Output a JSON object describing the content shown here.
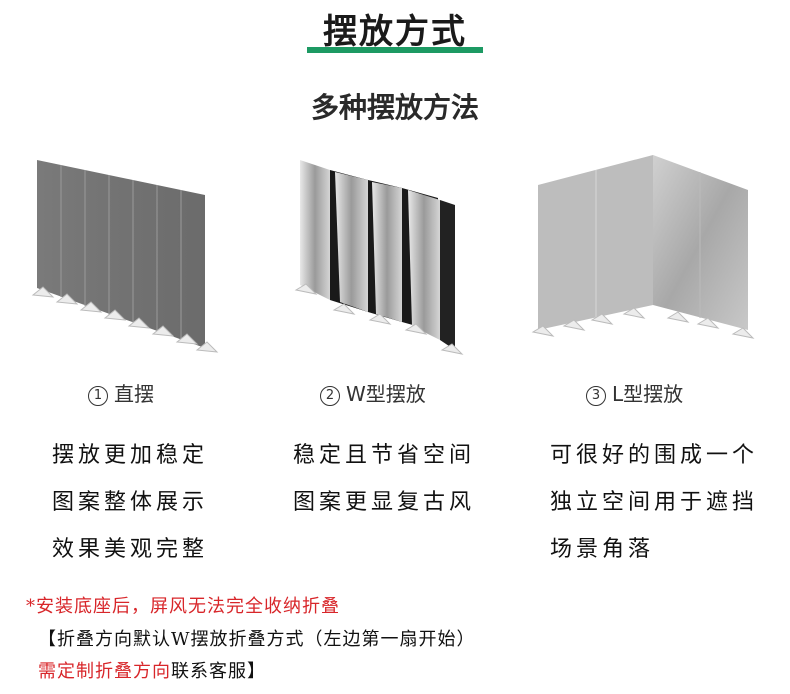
{
  "header": {
    "title": "摆放方式"
  },
  "subtitle": "多种摆放方法",
  "panels": [
    {
      "number": "①",
      "label": "直摆",
      "lines": [
        "摆放更加稳定",
        "图案整体展示",
        "效果美观完整"
      ]
    },
    {
      "number": "②",
      "label": "W型摆放",
      "lines": [
        "稳定且节省空间",
        "图案更显复古风"
      ]
    },
    {
      "number": "③",
      "label": "L型摆放",
      "lines": [
        "可很好的围成一个",
        "独立空间用于遮挡",
        "场景角落"
      ]
    }
  ],
  "notes": {
    "line1": "*安装底座后，屏风无法完全收纳折叠",
    "line2": "【折叠方向默认W摆放折叠方式（左边第一扇开始）",
    "line3_red": "需定制折叠方向",
    "line3_black": "联系客服】"
  },
  "colors": {
    "accent_green": "#1d9a63",
    "note_red": "#d8262a"
  }
}
